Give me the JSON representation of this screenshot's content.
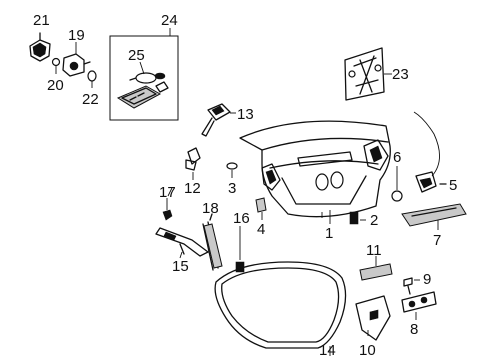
{
  "callouts": {
    "c1": "1",
    "c2": "2",
    "c3": "3",
    "c4": "4",
    "c5": "5",
    "c6": "6",
    "c7": "7",
    "c8": "8",
    "c9": "9",
    "c10": "10",
    "c11": "11",
    "c12": "12",
    "c13": "13",
    "c14": "14",
    "c15": "15",
    "c16": "16",
    "c17": "17",
    "c18": "18",
    "c19": "19",
    "c20": "20",
    "c21": "21",
    "c22": "22",
    "c23": "23",
    "c24": "24",
    "c25": "25"
  },
  "colors": {
    "ink": "#111111",
    "background": "#ffffff",
    "fill": "#c9c9c9"
  }
}
